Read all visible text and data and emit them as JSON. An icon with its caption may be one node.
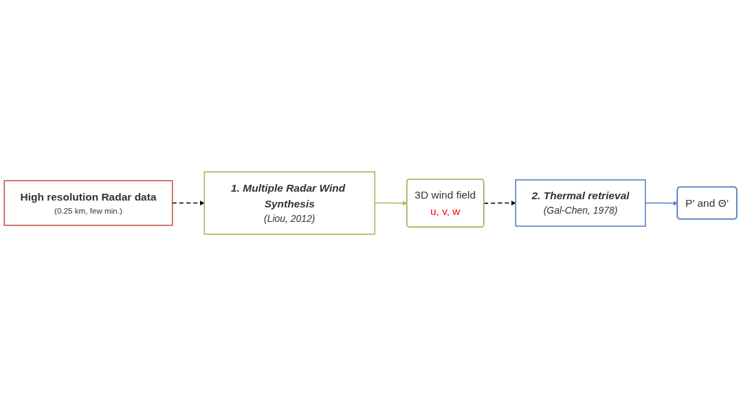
{
  "diagram": {
    "nodes": [
      {
        "text": [
          "High resolution Radar data",
          "(0.25 km, few min.)"
        ]
      },
      {
        "text": [
          "1. Multiple Radar Wind Synthesis",
          "(Liou, 2012)"
        ]
      },
      {
        "text": [
          "3D wind field",
          "u, v, w"
        ]
      },
      {
        "text": [
          "2. Thermal retrieval",
          "(Gal-Chen, 1978)"
        ]
      },
      {
        "text": [
          "P’ and Θ’"
        ]
      }
    ],
    "edges": [
      {
        "from": 0,
        "to": 1,
        "arrow": "to",
        "style": "dashed"
      },
      {
        "from": 1,
        "to": 2,
        "arrow": "to",
        "color": "#9bbb59"
      },
      {
        "from": 2,
        "to": 3,
        "arrow": "to",
        "style": "dashed"
      },
      {
        "from": 3,
        "to": 4,
        "arrow": "to",
        "color": "#4f81bd"
      }
    ]
  }
}
